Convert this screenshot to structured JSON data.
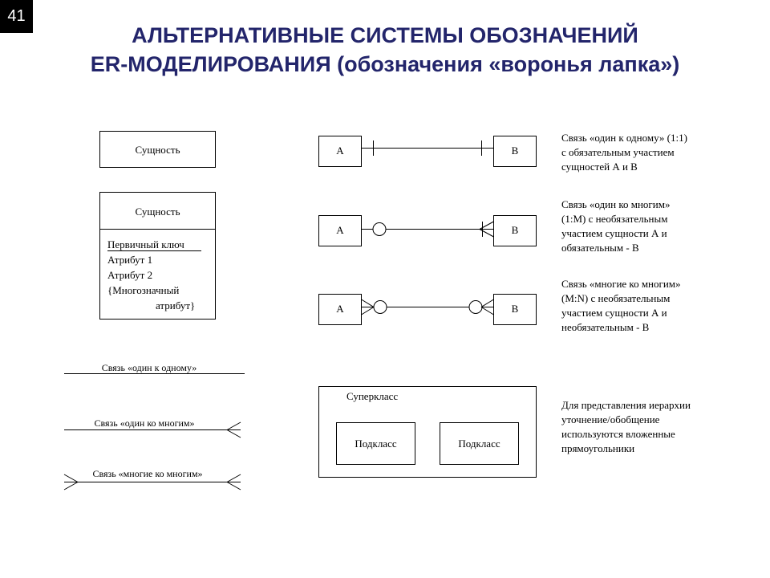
{
  "slide_number": "41",
  "title": {
    "line1": "АЛЬТЕРНАТИВНЫЕ СИСТЕМЫ ОБОЗНАЧЕНИЙ",
    "line2": "ER-МОДЕЛИРОВАНИЯ (обозначения «воронья лапка»)"
  },
  "entity_simple": {
    "label": "Сущность"
  },
  "entity_detailed": {
    "label": "Сущность",
    "primary_key": "Первичный ключ",
    "attribute_1": "Атрибут 1",
    "attribute_2": "Атрибут 2",
    "multivalued_1": "{Многозначный",
    "multivalued_2": "атрибут}"
  },
  "legend": {
    "one_to_one": "Связь «один к одному»",
    "one_to_many": "Связь «один ко многим»",
    "many_to_many": "Связь «многие ко многим»"
  },
  "relations": [
    {
      "left": "A",
      "right": "B",
      "description": [
        "Связь «один к одному» (1:1)",
        "с обязательным участием",
        "сущностей А и В"
      ]
    },
    {
      "left": "A",
      "right": "B",
      "description": [
        "Связь «один ко многим»",
        "(1:M) с необязательным",
        "участием сущности А и",
        "обязательным - В"
      ]
    },
    {
      "left": "A",
      "right": "B",
      "description": [
        "Связь «многие ко многим»",
        "(M:N) с необязательным",
        "участием сущности А и",
        "необязательным - В"
      ]
    }
  ],
  "hierarchy": {
    "superclass": "Суперкласс",
    "subclass_1": "Подкласс",
    "subclass_2": "Подкласс",
    "description": [
      "Для представления иерархии",
      "уточнение/обобщение",
      "используются вложенные",
      "прямоугольники"
    ]
  }
}
